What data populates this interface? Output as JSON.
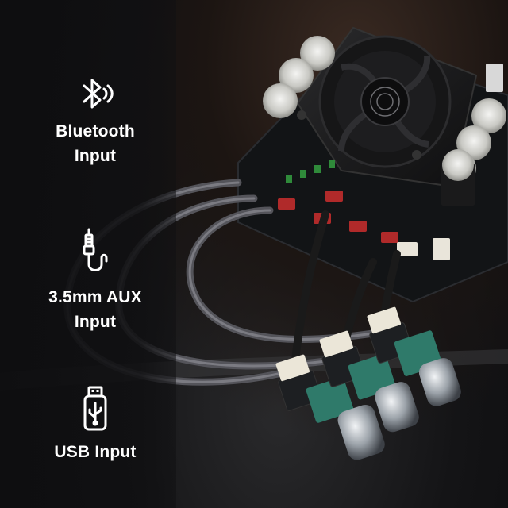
{
  "features": [
    {
      "icon": "bluetooth-icon",
      "lines": [
        "Bluetooth",
        "Input"
      ]
    },
    {
      "icon": "aux-cable-icon",
      "lines": [
        "3.5mm AUX",
        "Input"
      ]
    },
    {
      "icon": "usb-drive-icon",
      "lines": [
        "USB Input"
      ]
    }
  ],
  "colors": {
    "panel": "#101012",
    "text": "#ffffff",
    "fan": "#1c1c1e",
    "board": "#121416",
    "cable": "#6a6a70",
    "knob_pcb": "#2f7a6a"
  }
}
